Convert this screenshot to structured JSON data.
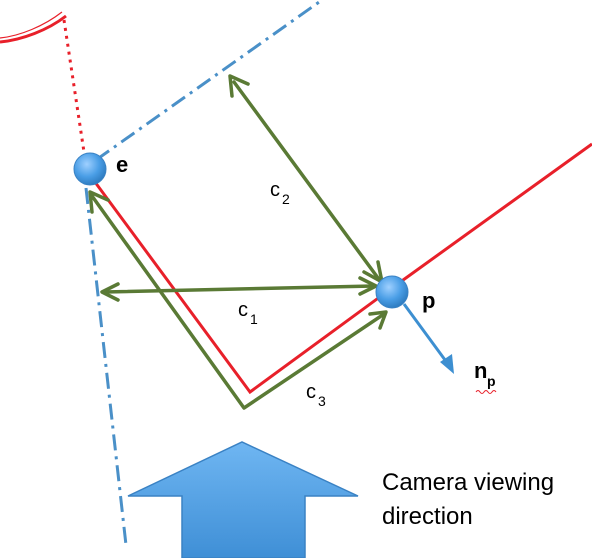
{
  "labels": {
    "eye": "e",
    "point": "p",
    "normal_main": "n",
    "normal_sub": "p",
    "c1_main": "c",
    "c1_sub": "1",
    "c2_main": "c",
    "c2_sub": "2",
    "c3_main": "c",
    "c3_sub": "3",
    "camera_line1": "Camera viewing",
    "camera_line2": "direction"
  },
  "colors": {
    "red_path": "#e8202a",
    "blue_dashdot": "#4a90c8",
    "green_arrows": "#5a7a35",
    "sphere_fill": "#4a9ee6",
    "normal_arrow": "#3d8fd1",
    "camera_arrow_fill": "#4a9ee6",
    "camera_arrow_stroke": "#3a82c4"
  }
}
